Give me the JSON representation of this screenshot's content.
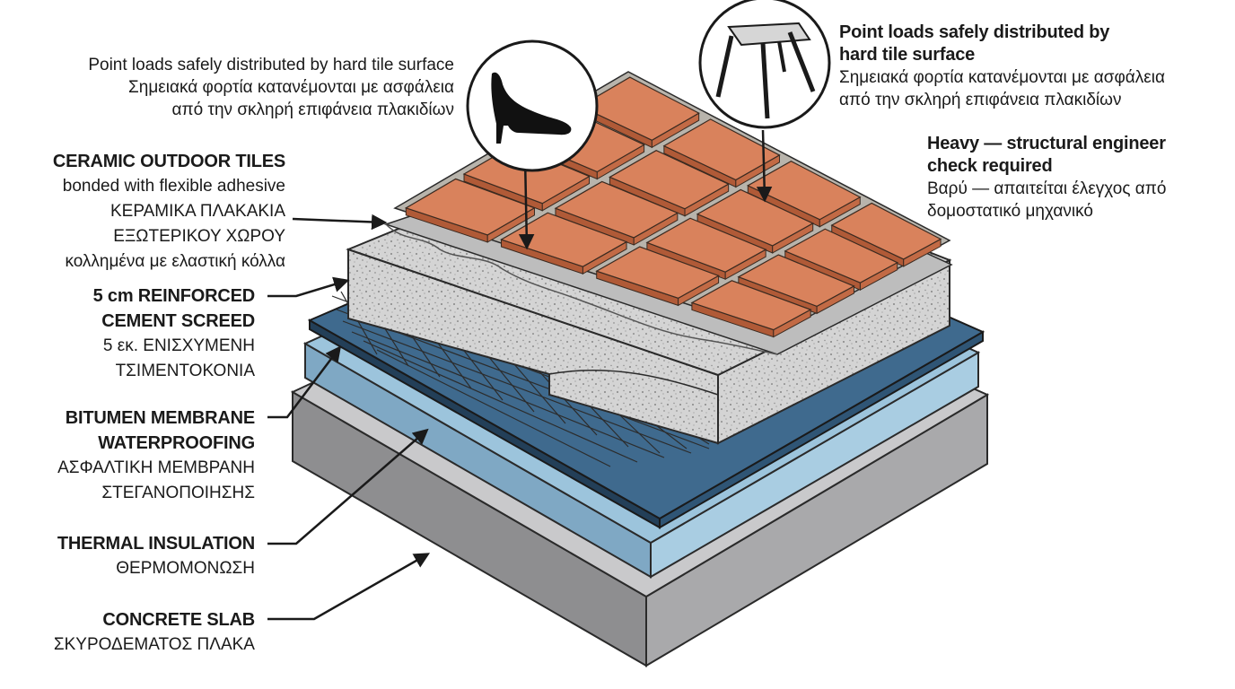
{
  "callouts": {
    "shoe": {
      "line1": "Point loads safely distributed by hard tile surface",
      "line2": "Σημειακά φορτία κατανέμονται με ασφάλεια",
      "line3": "από την σκληρή επιφάνεια πλακιδίων"
    },
    "chair": {
      "title1": "Point loads safely distributed by",
      "title2": "hard tile surface",
      "line1": "Σημειακά φορτία κατανέμονται με ασφάλεια",
      "line2": "από την σκληρή επιφάνεια πλακιδίων"
    },
    "heavy": {
      "title1": "Heavy — structural engineer",
      "title2": "check required",
      "line1": "Βαρύ — απαιτείται έλεγχος από",
      "line2": "δομοστατικό μηχανικό"
    }
  },
  "layers": {
    "tiles": {
      "title": "CERAMIC OUTDOOR TILES",
      "line1": "bonded with flexible adhesive",
      "line2": "ΚΕΡΑΜΙΚΑ ΠΛΑΚΑΚΙΑ",
      "line3": "ΕΞΩΤΕΡΙΚΟΥ ΧΩΡΟΥ",
      "line4": "κολλημένα με ελαστική κόλλα"
    },
    "screed": {
      "title1": "5 cm REINFORCED",
      "title2": "CEMENT SCREED",
      "line1": "5 εκ. ΕΝΙΣΧΥΜΕΝΗ",
      "line2": "ΤΣΙΜΕΝΤΟΚΟΝΙΑ"
    },
    "membrane": {
      "title1": "BITUMEN MEMBRANE",
      "title2": "WATERPROOFING",
      "line1": "ΑΣΦΑΛΤΙΚΗ ΜΕΜΒΡΑΝΗ",
      "line2": "ΣΤΕΓΑΝΟΠΟΙΗΣΗΣ"
    },
    "insulation": {
      "title": "THERMAL INSULATION",
      "line1": "ΘΕΡΜΟΜΟΝΩΣΗ"
    },
    "slab": {
      "title": "CONCRETE SLAB",
      "line1": "ΣΚΥΡΟΔΕΜΑΤΟΣ ΠΛΑΚΑ"
    }
  },
  "colors": {
    "tile": "#d9825c",
    "tile_edge": "#b05a37",
    "grout": "#b8b4ac",
    "screed": "#cfcfcf",
    "membrane": "#3f6a8e",
    "insulation": "#9cc4dc",
    "slab": "#9a9a9c",
    "slab_top": "#c8c8ca",
    "ink": "#1a1a1a"
  }
}
